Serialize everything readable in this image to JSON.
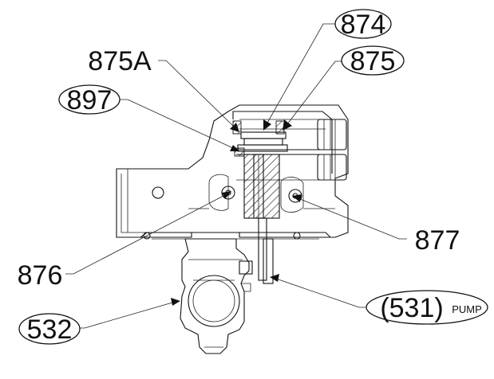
{
  "callouts": {
    "c874": "874",
    "c875A": "875A",
    "c875": "875",
    "c897": "897",
    "c877": "877",
    "c876": "876",
    "c531": "(531)",
    "c531_sub": "PUMP",
    "c532": "532"
  },
  "icons": [
    "arrow-head-icon"
  ],
  "colors": {
    "ink": "#111111",
    "paper": "#ffffff"
  }
}
